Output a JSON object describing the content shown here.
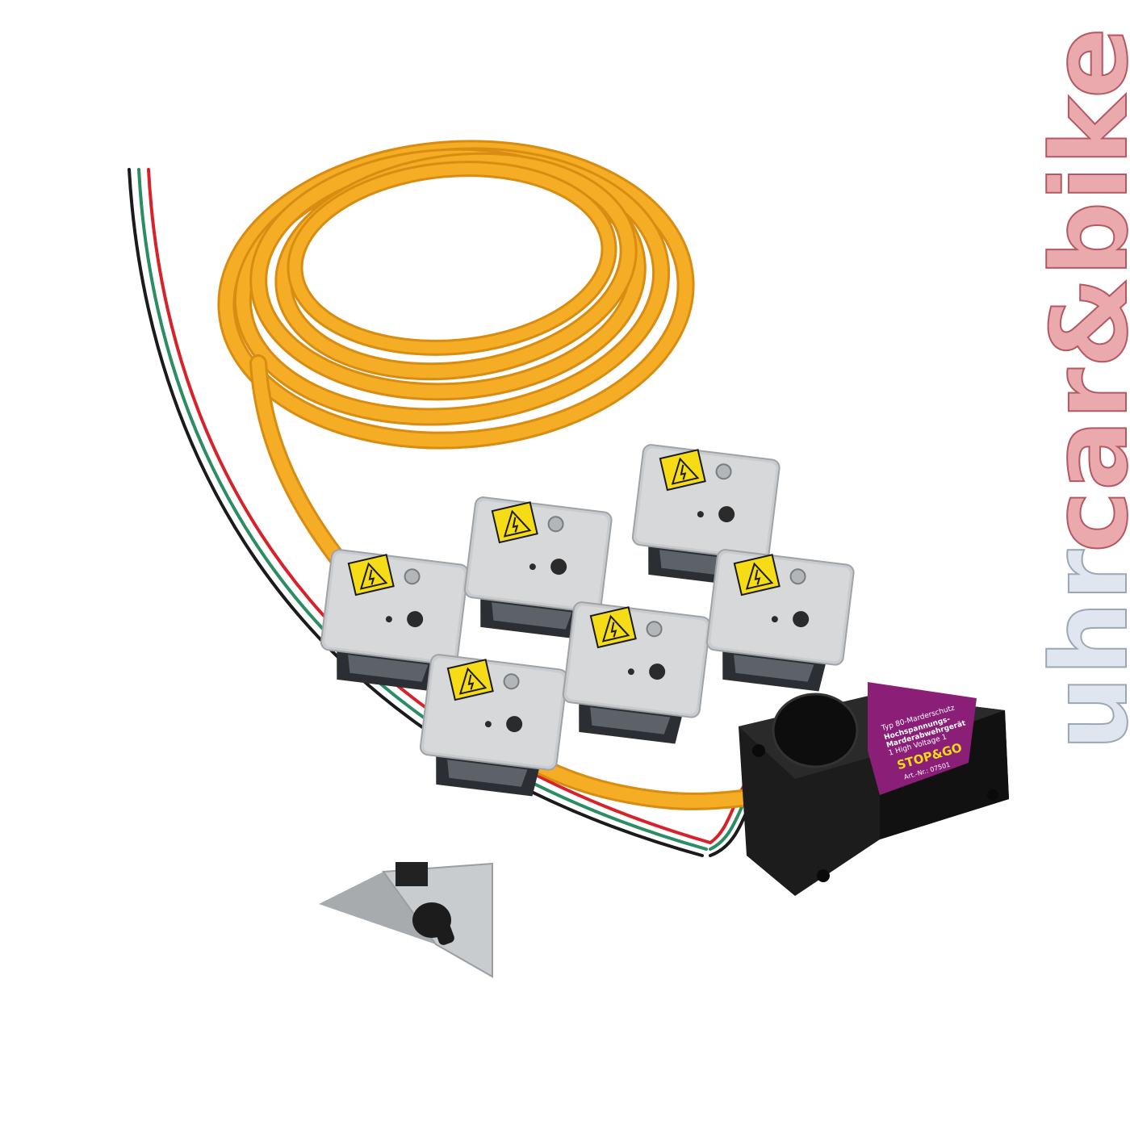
{
  "watermark": {
    "text_part1": "uhr",
    "text_part2": "car&bike"
  },
  "product": {
    "control_unit": {
      "label_line1": "Typ 80-Marderschutz",
      "label_line2": "Hochspannungs-",
      "label_line3": "Marderabwehrgerät",
      "label_line4": "1 High Voltage 1",
      "brand": "STOP&GO",
      "article_no": "Art.-Nr.: 07501"
    },
    "plate_count": 6,
    "colors": {
      "cable": "#f4ad25",
      "cable_shadow": "#d88c12",
      "plate": "#c9ccce",
      "unit_body": "#1c1c1c",
      "label_purple": "#8b1f78",
      "wire_red": "#d8222a",
      "wire_green": "#2a8d63",
      "wire_black": "#1b1b1b",
      "warning_yellow": "#f5dc16"
    }
  }
}
